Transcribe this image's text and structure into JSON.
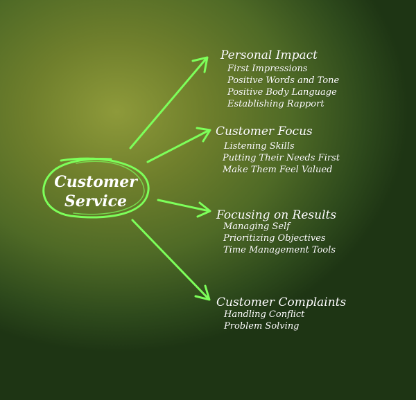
{
  "center": {
    "line1": "Customer",
    "line2": "Service"
  },
  "groups": [
    {
      "title": "Personal Impact",
      "items": [
        "First Impressions",
        "Positive Words and Tone",
        "Positive Body Language",
        "Establishing Rapport"
      ]
    },
    {
      "title": "Customer Focus",
      "items": [
        "Listening Skills",
        "Putting Their Needs First",
        "Make Them Feel Valued"
      ]
    },
    {
      "title": "Focusing on Results",
      "items": [
        "Managing Self",
        "Prioritizing Objectives",
        "Time Management Tools"
      ]
    },
    {
      "title": "Customer Complaints",
      "items": [
        "Handling Conflict",
        "Problem Solving"
      ]
    }
  ],
  "colors": {
    "stroke": "#7dff5a",
    "text": "#ffffff"
  }
}
